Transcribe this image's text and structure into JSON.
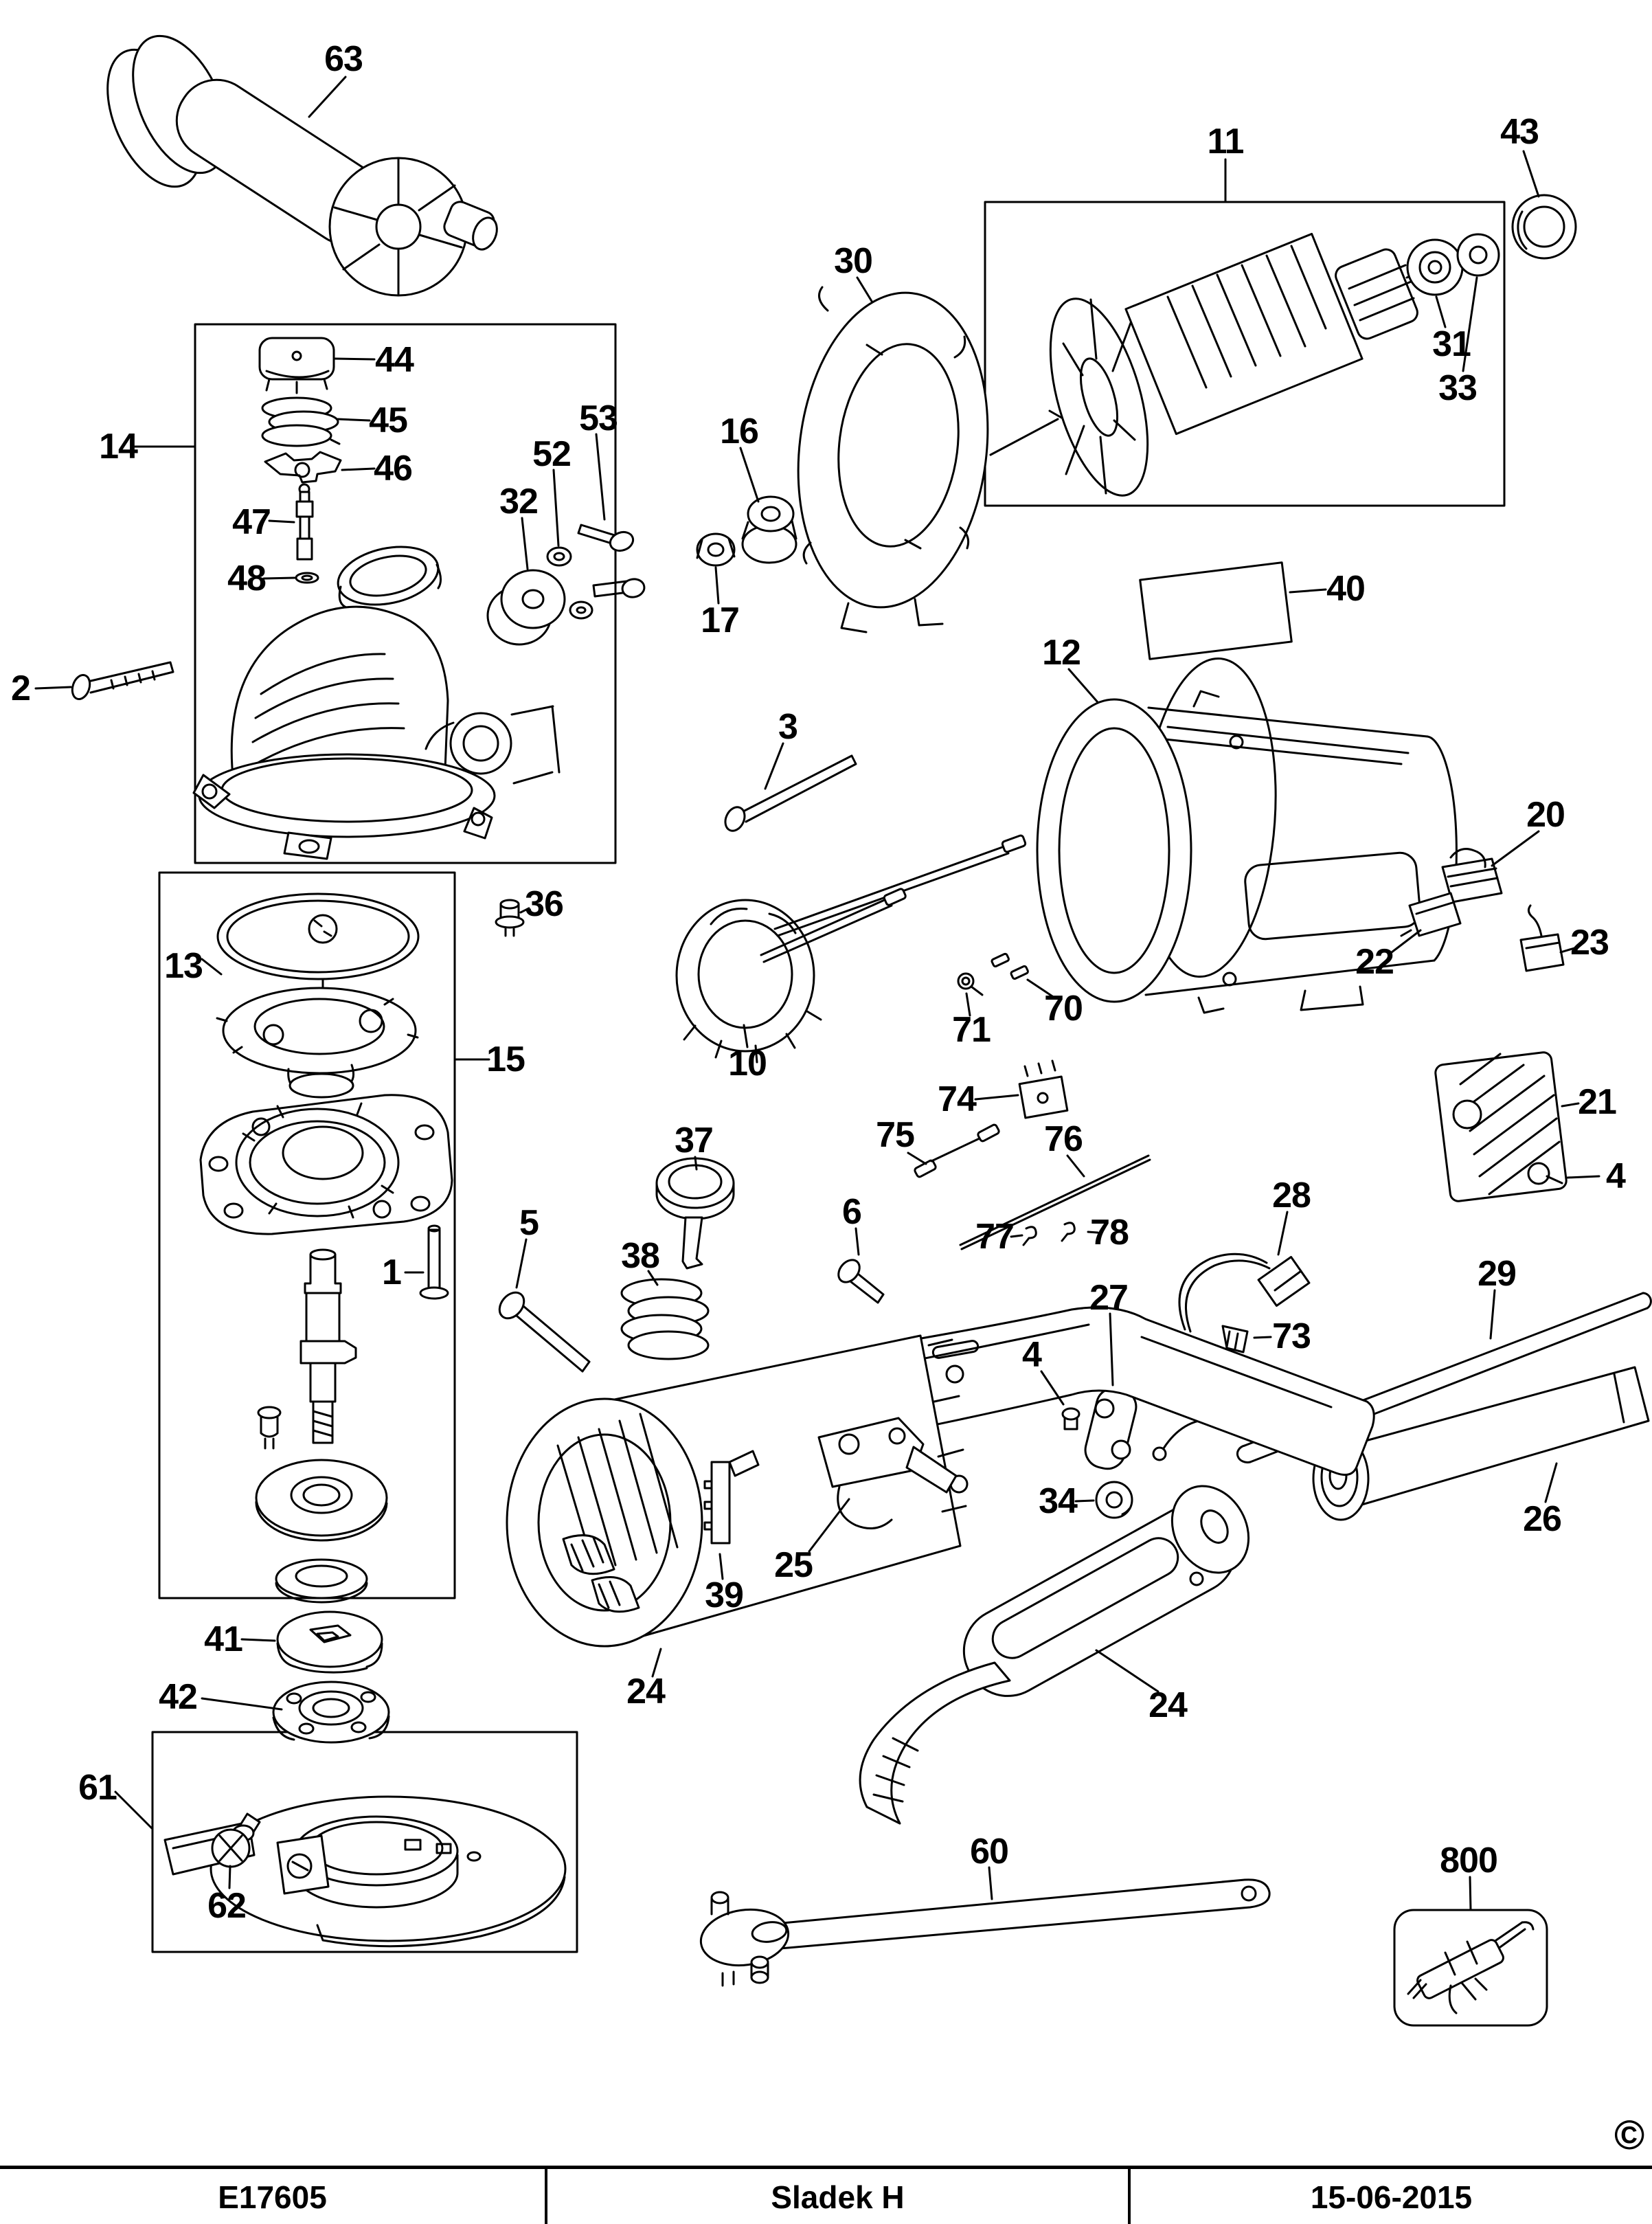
{
  "page": {
    "background": "#ffffff",
    "ink": "#000000"
  },
  "diagram": {
    "callouts": [
      {
        "label": "63"
      },
      {
        "label": "43"
      },
      {
        "label": "11"
      },
      {
        "label": "30"
      },
      {
        "label": "31"
      },
      {
        "label": "33"
      },
      {
        "label": "44"
      },
      {
        "label": "45"
      },
      {
        "label": "53"
      },
      {
        "label": "46"
      },
      {
        "label": "52"
      },
      {
        "label": "16"
      },
      {
        "label": "14"
      },
      {
        "label": "32"
      },
      {
        "label": "47"
      },
      {
        "label": "48"
      },
      {
        "label": "17"
      },
      {
        "label": "40"
      },
      {
        "label": "12"
      },
      {
        "label": "2"
      },
      {
        "label": "3"
      },
      {
        "label": "20"
      },
      {
        "label": "36"
      },
      {
        "label": "13"
      },
      {
        "label": "22"
      },
      {
        "label": "23"
      },
      {
        "label": "70"
      },
      {
        "label": "71"
      },
      {
        "label": "10"
      },
      {
        "label": "15"
      },
      {
        "label": "21"
      },
      {
        "label": "74"
      },
      {
        "label": "75"
      },
      {
        "label": "76"
      },
      {
        "label": "4"
      },
      {
        "label": "37"
      },
      {
        "label": "28"
      },
      {
        "label": "77"
      },
      {
        "label": "78"
      },
      {
        "label": "5"
      },
      {
        "label": "6"
      },
      {
        "label": "1"
      },
      {
        "label": "38"
      },
      {
        "label": "27"
      },
      {
        "label": "29"
      },
      {
        "label": "73"
      },
      {
        "label": "4"
      },
      {
        "label": "34"
      },
      {
        "label": "26"
      },
      {
        "label": "25"
      },
      {
        "label": "39"
      },
      {
        "label": "41"
      },
      {
        "label": "42"
      },
      {
        "label": "24"
      },
      {
        "label": "24"
      },
      {
        "label": "61"
      },
      {
        "label": "62"
      },
      {
        "label": "60"
      },
      {
        "label": "800"
      }
    ],
    "copyright": "©"
  },
  "footer": {
    "doc_number": "E17605",
    "author": "Sladek H",
    "date": "15-06-2015"
  }
}
